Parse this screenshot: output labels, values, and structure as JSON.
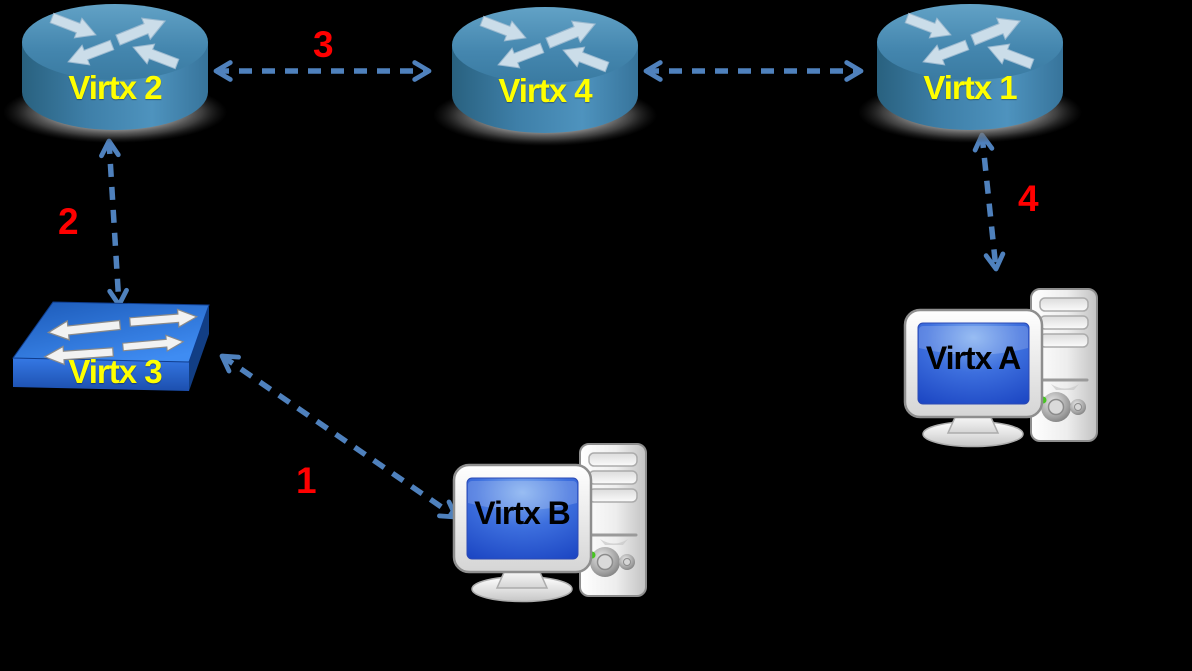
{
  "diagram": {
    "nodes": [
      {
        "id": "virtx2",
        "type": "router",
        "label": "Virtx 2"
      },
      {
        "id": "virtx4",
        "type": "router",
        "label": "Virtx 4"
      },
      {
        "id": "virtx1",
        "type": "router",
        "label": "Virtx 1"
      },
      {
        "id": "virtx3",
        "type": "switch",
        "label": "Virtx 3"
      },
      {
        "id": "virtxb",
        "type": "computer",
        "label": "Virtx B"
      },
      {
        "id": "virtxa",
        "type": "computer",
        "label": "Virtx A"
      }
    ],
    "links": [
      {
        "from": "virtx3",
        "to": "virtxb",
        "label": "1",
        "style": "dashed-double-arrow"
      },
      {
        "from": "virtx2",
        "to": "virtx3",
        "label": "2",
        "style": "dashed-double-arrow"
      },
      {
        "from": "virtx2",
        "to": "virtx4",
        "label": "3",
        "style": "dashed-double-arrow"
      },
      {
        "from": "virtx1",
        "to": "virtxa",
        "label": "4",
        "style": "dashed-double-arrow"
      },
      {
        "from": "virtx4",
        "to": "virtx1",
        "label": "",
        "style": "dashed-double-arrow"
      }
    ],
    "colors": {
      "background": "#000000",
      "arrow": "#4F81BD",
      "link_label": "#FF0000",
      "device_label": "#FFFF00",
      "computer_label": "#000000"
    }
  }
}
